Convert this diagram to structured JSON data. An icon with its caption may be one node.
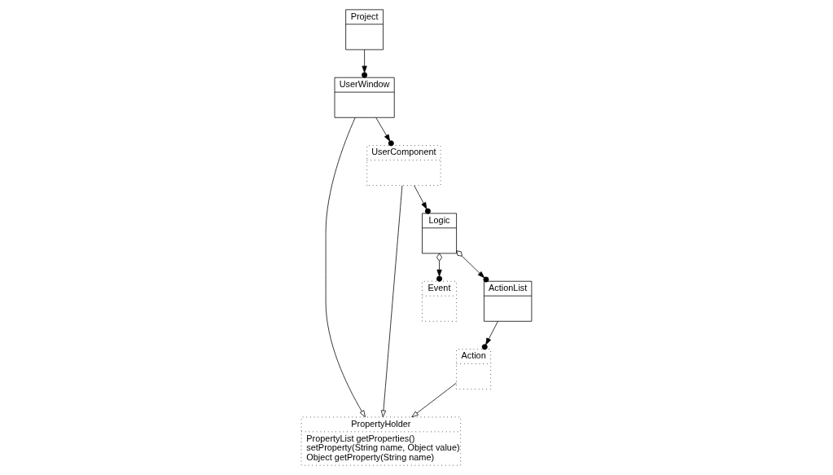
{
  "diagram": {
    "nodes": [
      {
        "text": [
          "Project"
        ]
      },
      {
        "text": [
          "UserWindow"
        ]
      },
      {
        "text": [
          "PropertyHolder",
          "PropertyList getProperties()",
          "setProperty(String name, Object value)",
          "Object getProperty(String name)"
        ]
      },
      {
        "text": [
          "UserComponent"
        ]
      },
      {
        "text": [
          "Logic"
        ]
      },
      {
        "text": [
          "Event"
        ]
      },
      {
        "text": [
          "ActionList"
        ]
      },
      {
        "text": [
          "Action"
        ]
      }
    ],
    "edges": [
      {
        "from": 0,
        "to": 1,
        "arrow": "to"
      },
      {
        "from": 1,
        "to": 3,
        "arrow": "to"
      },
      {
        "from": 3,
        "to": 4,
        "arrow": "to"
      },
      {
        "from": 4,
        "to": 5,
        "arrow": "to"
      },
      {
        "from": 4,
        "to": 6,
        "arrow": "to"
      },
      {
        "from": 6,
        "to": 7,
        "arrow": "to"
      },
      {
        "from": 1,
        "to": 2,
        "arrow": "to"
      },
      {
        "from": 3,
        "to": 2,
        "arrow": "to"
      },
      {
        "from": 7,
        "to": 2,
        "arrow": "to"
      }
    ]
  }
}
